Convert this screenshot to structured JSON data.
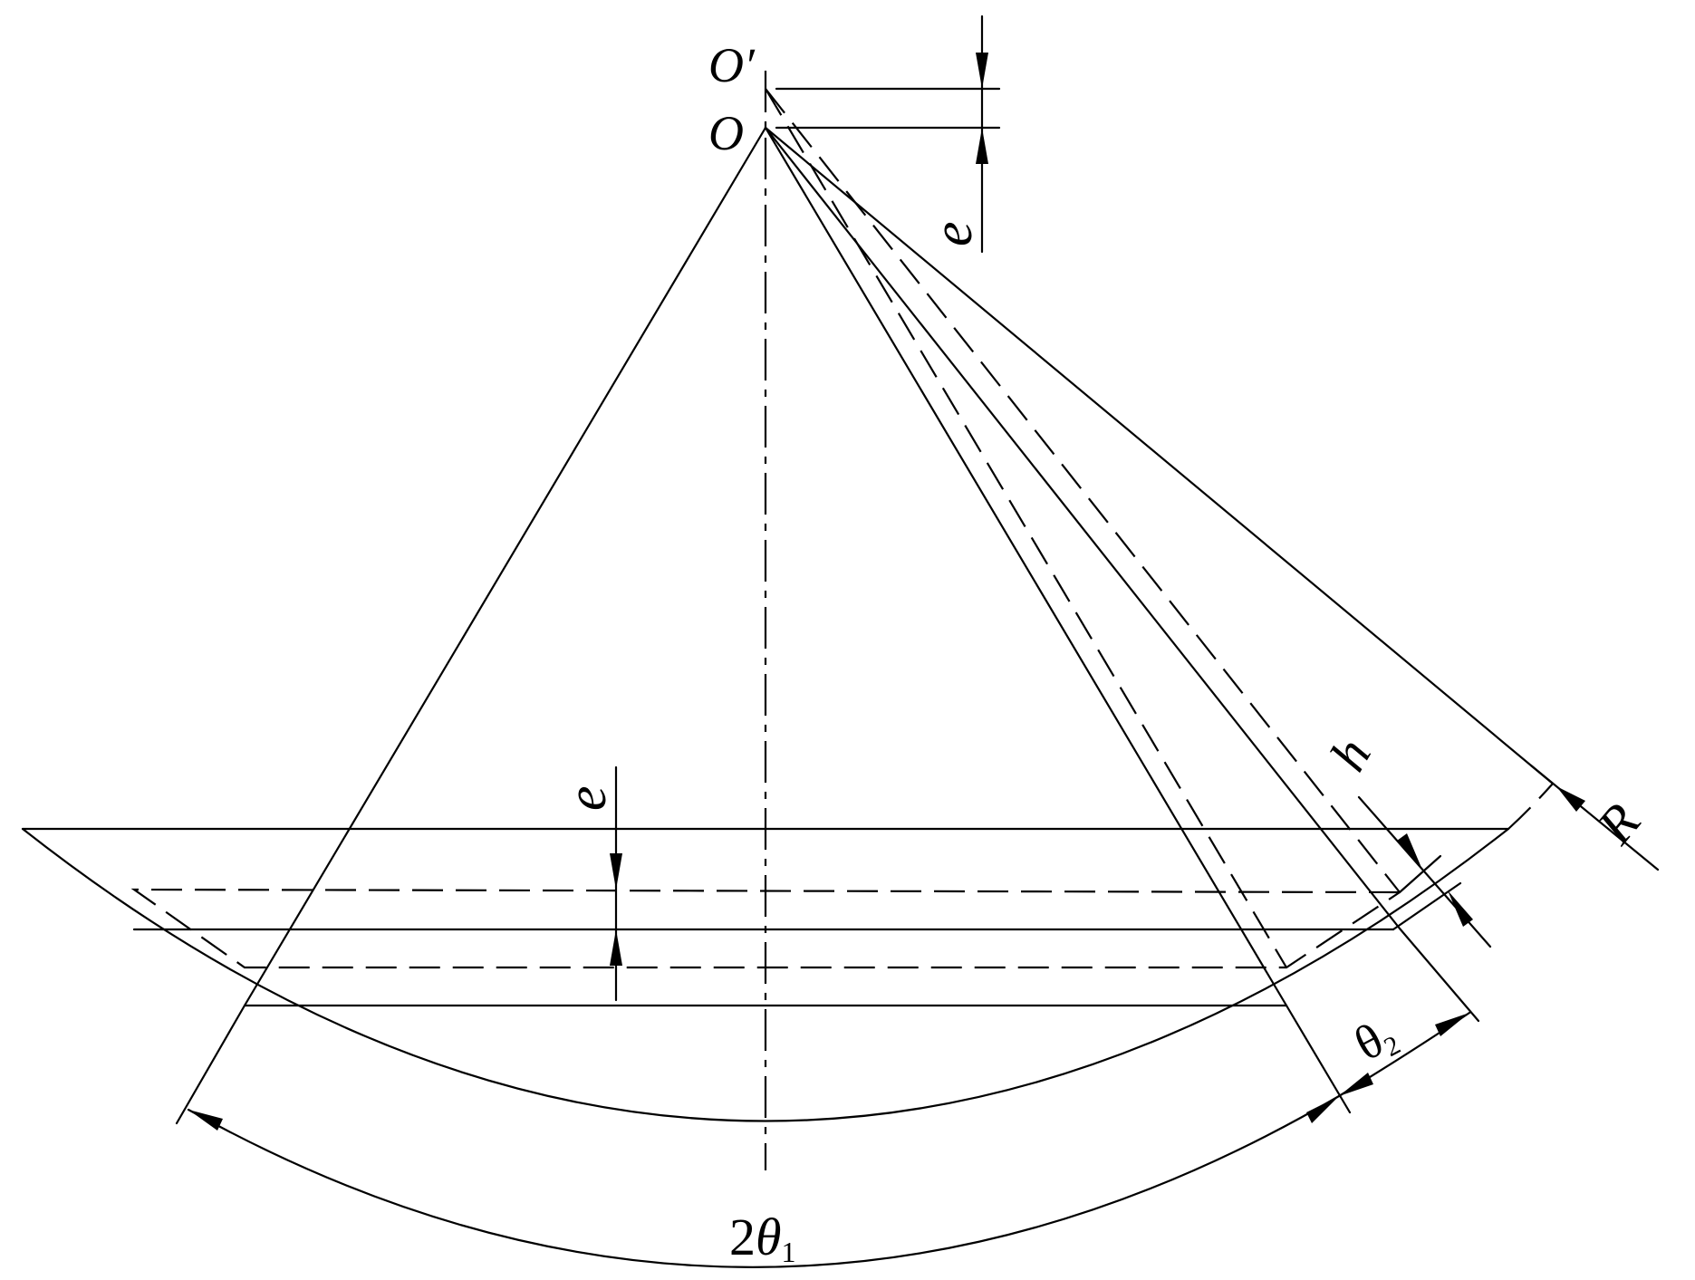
{
  "labels": {
    "o_prime": "O′",
    "o": "O",
    "e_top": "e",
    "e_mid": "e",
    "h": "h",
    "r": "R",
    "theta2_sym": "θ",
    "theta2_sub": "2",
    "two_theta1_num": "2",
    "two_theta1_sym": "θ",
    "two_theta1_sub": "1"
  }
}
